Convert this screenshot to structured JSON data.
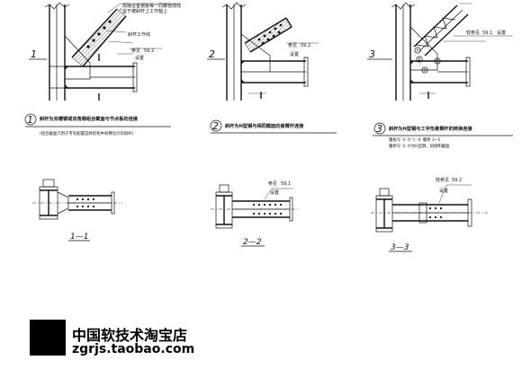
{
  "details": [
    {
      "number": "1",
      "title": "斜杆为双槽钢或双角钢组合截面与节点板的连接",
      "note": "(组合截面只用于专有配置选择结构中斜撑设计的斜杆)",
      "marker": "1",
      "leader_top": "焊接合金钢板等一同螺栓线线",
      "leader_top2": "宜于被斜杆上工作轴上",
      "leader_mid": "斜杆工作线",
      "ref_label": "参见",
      "ref_value": "59.2",
      "ref_sub": "设置"
    },
    {
      "number": "2",
      "title": "斜杆为H型钢与相同截面的悬臂杆连接",
      "marker": "2",
      "ref_label": "参见",
      "ref_value": "59.2",
      "ref_sub": "设置"
    },
    {
      "number": "3",
      "title": "斜杆为H型钢与工字形悬臂杆的转换连接",
      "line2": "腹板号 Ⓐ Ⓑ Ⓒ Ⓓ 腹桥 3~5",
      "line3": "腹桥号 Ⓐ Ⓑ为H型钢，斜接和截面",
      "marker": "3",
      "ref_label": "较参见",
      "ref_value": "59.1",
      "ref_sub": "设置",
      "letters": [
        "A",
        "B",
        "C",
        "D"
      ]
    }
  ],
  "sections": [
    {
      "label": "1—1"
    },
    {
      "label": "2—2",
      "ref_label": "参见",
      "ref_value": "59.1",
      "ref_sub": "设置"
    },
    {
      "label": "3—3",
      "ref_label": "较参见",
      "ref_value": "59.2",
      "ref_sub": "设置"
    }
  ],
  "watermark": {
    "name": "中国软技术淘宝店",
    "url": "zgrjs.taobao.com"
  }
}
